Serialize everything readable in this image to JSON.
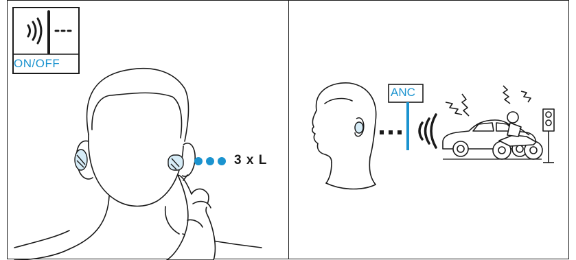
{
  "left_panel": {
    "onoff_label": "ON/OFF",
    "tap_label": "3 x L",
    "tap_dot_count": 3
  },
  "right_panel": {
    "anc_label": "ANC"
  },
  "colors": {
    "accent_blue": "#1b93cf",
    "line": "#1a1a1a",
    "background": "#ffffff"
  }
}
